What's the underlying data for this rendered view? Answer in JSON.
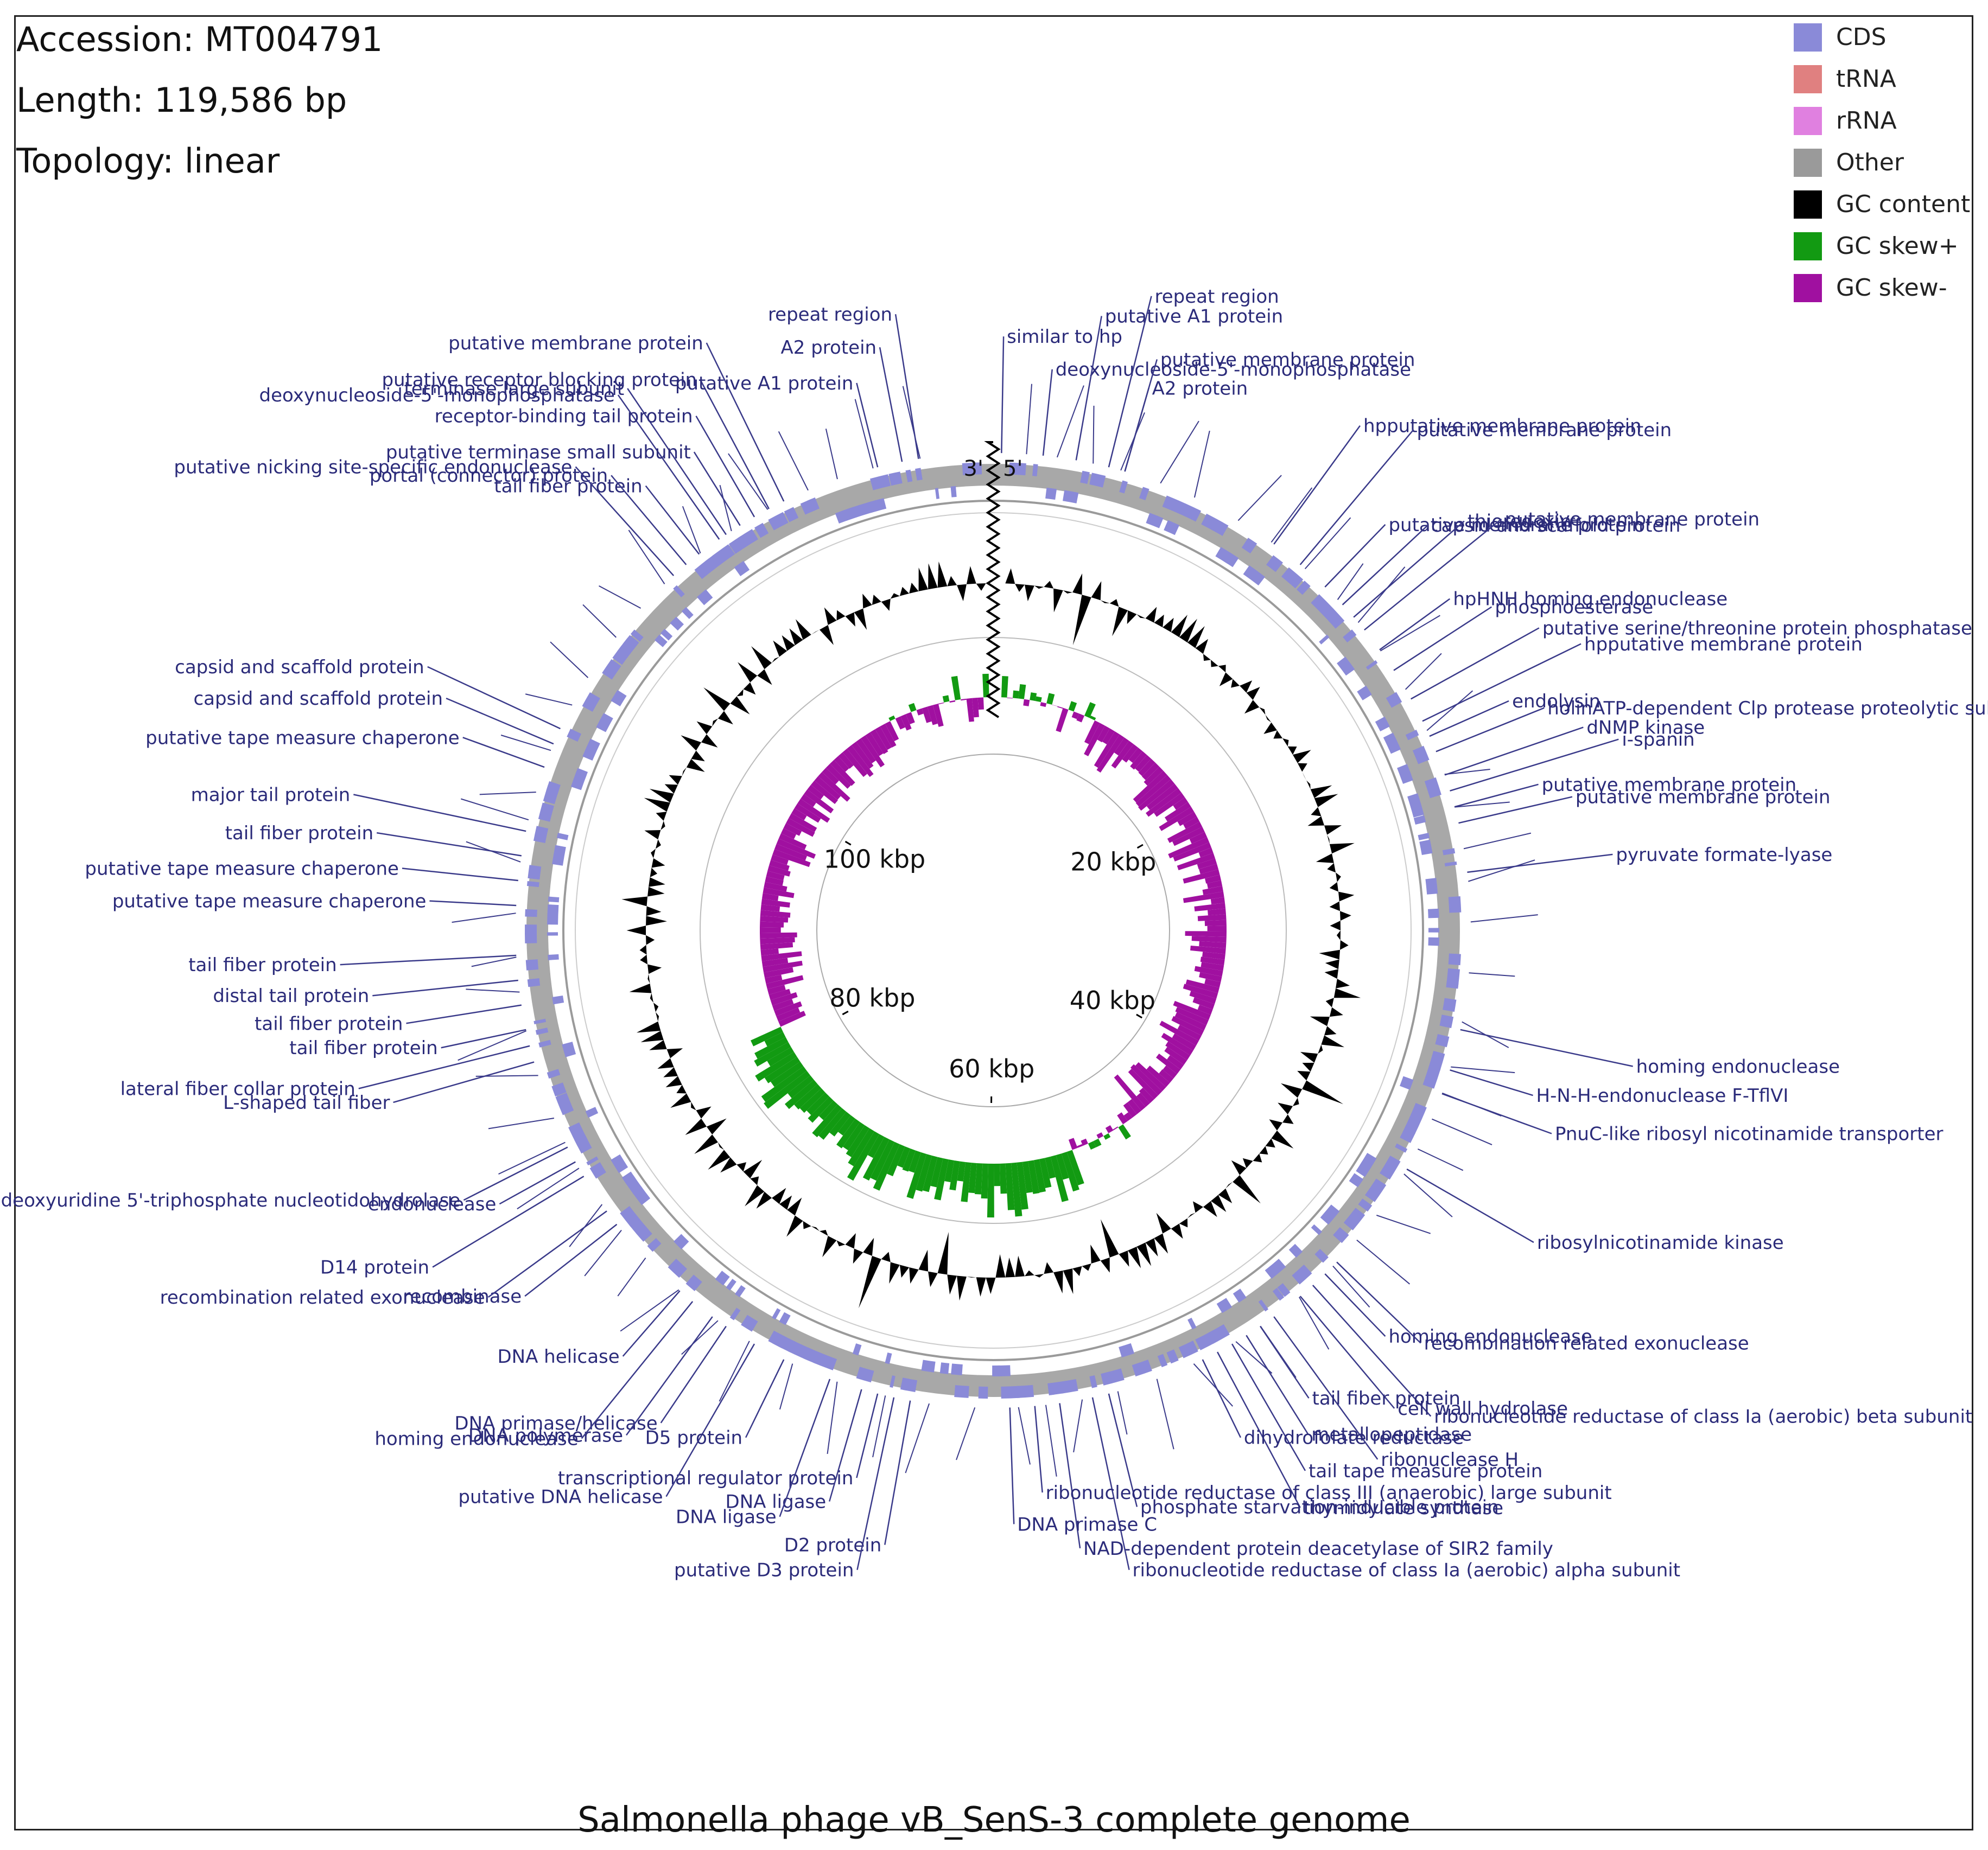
{
  "header": {
    "accession": "Accession: MT004791",
    "length": "Length: 119,586 bp",
    "topology": "Topology: linear"
  },
  "legend": [
    {
      "label": "CDS",
      "color": "#8a8ad8"
    },
    {
      "label": "tRNA",
      "color": "#e08080"
    },
    {
      "label": "rRNA",
      "color": "#e080e0"
    },
    {
      "label": "Other",
      "color": "#9a9a9a"
    },
    {
      "label": "GC content",
      "color": "#000000"
    },
    {
      "label": "GC skew+",
      "color": "#129a12"
    },
    {
      "label": "GC skew-",
      "color": "#a010a0"
    }
  ],
  "genome_map": {
    "start_marker": "3'",
    "end_marker": "5'",
    "ticks": [
      {
        "label": "20 kbp",
        "value_kbp": 20
      },
      {
        "label": "40 kbp",
        "value_kbp": 40
      },
      {
        "label": "60 kbp",
        "value_kbp": 60
      },
      {
        "label": "80 kbp",
        "value_kbp": 80
      },
      {
        "label": "100 kbp",
        "value_kbp": 100
      }
    ],
    "colors": {
      "label": "#2b2b7a",
      "cds": "#8a8ad8",
      "backbone": "#a8a8a8",
      "gc": "#000000",
      "skew_pos": "#129a12",
      "skew_neg": "#a010a0"
    }
  },
  "feature_labels": [
    {
      "text": "deoxynucleoside-5'-monophosphatase",
      "angle": 6
    },
    {
      "text": "putative membrane protein",
      "angle": 16
    },
    {
      "text": "putative A1 protein",
      "angle": 10
    },
    {
      "text": "repeat region",
      "angle": 14
    },
    {
      "text": "A2 protein",
      "angle": 16
    },
    {
      "text": "similar to hp",
      "angle": 1
    },
    {
      "text": "hpputative membrane protein",
      "angle": 36
    },
    {
      "text": "putative membrane protein",
      "angle": 40
    },
    {
      "text": "putative membrane protein",
      "angle": 44
    },
    {
      "text": "capsid and scaffold protein",
      "angle": 47
    },
    {
      "text": "thioredoxin",
      "angle": 49
    },
    {
      "text": "putative membrane protein",
      "angle": 51
    },
    {
      "text": "hpHNH homing endonuclease",
      "angle": 54
    },
    {
      "text": "phosphoesterase",
      "angle": 57
    },
    {
      "text": "putative serine/threonine protein phosphatase",
      "angle": 61
    },
    {
      "text": "hpputative membrane protein",
      "angle": 64
    },
    {
      "text": "endolysin",
      "angle": 66
    },
    {
      "text": "holinATP-dependent Clp protease proteolytic subunit",
      "angle": 68
    },
    {
      "text": "dNMP kinase",
      "angle": 71
    },
    {
      "text": "i-spanin",
      "angle": 73
    },
    {
      "text": "putative membrane protein",
      "angle": 75
    },
    {
      "text": "putative membrane protein",
      "angle": 77
    },
    {
      "text": "pyruvate formate-lyase",
      "angle": 83
    },
    {
      "text": "homing endonuclease",
      "angle": 102
    },
    {
      "text": "H-N-H-endonuclease F-TflVI",
      "angle": 107
    },
    {
      "text": "PnuC-like ribosyl nicotinamide transporter",
      "angle": 110
    },
    {
      "text": "ribosylnicotinamide kinase",
      "angle": 120
    },
    {
      "text": "ribonucleotide reductase of class Ia (aerobic) beta subunit",
      "angle": 138
    },
    {
      "text": "homing endonuclease",
      "angle": 136
    },
    {
      "text": "recombination related exonuclease",
      "angle": 134
    },
    {
      "text": "cell wall hydrolase",
      "angle": 140
    },
    {
      "text": "ribonuclease H",
      "angle": 144
    },
    {
      "text": "tail fiber protein",
      "angle": 146
    },
    {
      "text": "metallopeptidase",
      "angle": 148
    },
    {
      "text": "tail tape measure protein",
      "angle": 150
    },
    {
      "text": "thymidylate synthase",
      "angle": 152
    },
    {
      "text": "dihydrofolate reductase",
      "angle": 154
    },
    {
      "text": "phosphate starvation-inducible protein",
      "angle": 166
    },
    {
      "text": "NAD-dependent protein deacetylase of SIR2 family",
      "angle": 172
    },
    {
      "text": "ribonucleotide reductase of class Ia (aerobic) alpha subunit",
      "angle": 168
    },
    {
      "text": "ribonucleotide reductase of class III (anaerobic) large subunit",
      "angle": 175
    },
    {
      "text": "DNA primase C",
      "angle": 178
    },
    {
      "text": "D2 protein",
      "angle": 190
    },
    {
      "text": "putative D3 protein",
      "angle": 192
    },
    {
      "text": "transcriptional regulator protein",
      "angle": 194
    },
    {
      "text": "DNA ligase",
      "angle": 196
    },
    {
      "text": "DNA ligase",
      "angle": 200
    },
    {
      "text": "putative DNA helicase",
      "angle": 210
    },
    {
      "text": "D5 protein",
      "angle": 206
    },
    {
      "text": "DNA primase/helicase",
      "angle": 214
    },
    {
      "text": "DNA polymerase",
      "angle": 216
    },
    {
      "text": "homing endonuclease",
      "angle": 219
    },
    {
      "text": "DNA helicase",
      "angle": 221
    },
    {
      "text": "recombinase",
      "angle": 232
    },
    {
      "text": "recombination related exonuclease",
      "angle": 234
    },
    {
      "text": "D14 protein",
      "angle": 239
    },
    {
      "text": "endonuclease",
      "angle": 241
    },
    {
      "text": "deoxyuridine 5'-triphosphate nucleotidohydrolase",
      "angle": 243
    },
    {
      "text": "L-shaped tail fiber",
      "angle": 254
    },
    {
      "text": "lateral fiber collar protein",
      "angle": 256
    },
    {
      "text": "tail fiber protein",
      "angle": 258
    },
    {
      "text": "tail fiber protein",
      "angle": 261
    },
    {
      "text": "distal tail protein",
      "angle": 264
    },
    {
      "text": "tail fiber protein",
      "angle": 267
    },
    {
      "text": "putative tape measure chaperone",
      "angle": 273
    },
    {
      "text": "putative tape measure chaperone",
      "angle": 276
    },
    {
      "text": "tail fiber protein",
      "angle": 279
    },
    {
      "text": "major tail protein",
      "angle": 282
    },
    {
      "text": "putative tape measure chaperone",
      "angle": 290
    },
    {
      "text": "capsid and scaffold protein",
      "angle": 293
    },
    {
      "text": "capsid and scaffold protein",
      "angle": 295
    },
    {
      "text": "deoxynucleoside-5'-monophosphatase",
      "angle": 325
    },
    {
      "text": "tail fiber protein",
      "angle": 322
    },
    {
      "text": "portal (connector) protein",
      "angle": 320
    },
    {
      "text": "putative nicking site-specific endonuclease",
      "angle": 318
    },
    {
      "text": "terminase large subunit",
      "angle": 326
    },
    {
      "text": "putative terminase small subunit",
      "angle": 328
    },
    {
      "text": "receptor-binding tail protein",
      "angle": 330
    },
    {
      "text": "putative receptor blocking protein",
      "angle": 332
    },
    {
      "text": "putative membrane protein",
      "angle": 334
    },
    {
      "text": "putative A1 protein",
      "angle": 346
    },
    {
      "text": "A2 protein",
      "angle": 349
    },
    {
      "text": "repeat region",
      "angle": 351
    }
  ],
  "caption": "Salmonella phage vB_SenS-3 complete genome"
}
